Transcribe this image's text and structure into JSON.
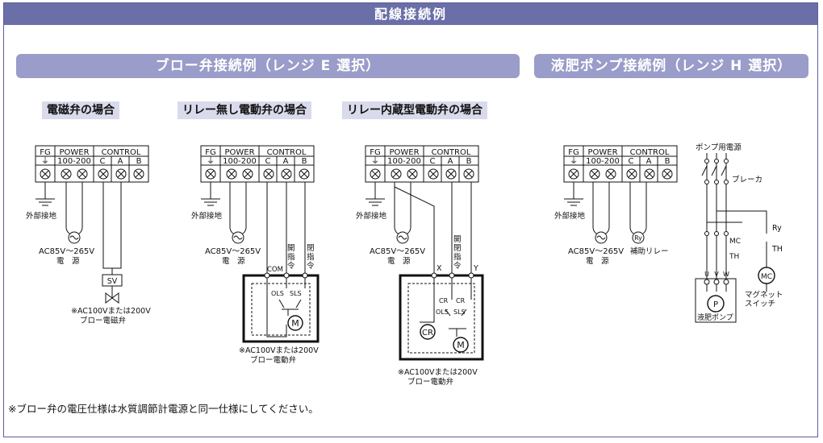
{
  "page_title": "配線接続例",
  "sections": {
    "blow": "ブロー弁接続例（レンジ E 選択）",
    "pump": "液肥ポンプ接続例（レンジ H 選択）"
  },
  "cases": {
    "solenoid": "電磁弁の場合",
    "no_relay": "リレー無し電動弁の場合",
    "relay_builtin": "リレー内蔵型電動弁の場合"
  },
  "terminal": {
    "fg": "FG",
    "power": "POWER",
    "control": "CONTROL",
    "ground_symbol": "⏚",
    "voltage": "100-200",
    "c": "C",
    "a": "A",
    "b": "B"
  },
  "labels": {
    "earth": "外部接地",
    "ac_supply": "AC85V～265V",
    "ac_supply2": "電　源",
    "sv": "SV",
    "com": "COM",
    "open": "開",
    "open_cmd": "開指令",
    "close_cmd": "閉指令",
    "cmd_a": "指",
    "cmd_b": "令",
    "olsr": "OLS",
    "sls": "SLS",
    "cr": "CR",
    "m": "M",
    "x": "X",
    "y": "Y",
    "aux_relay": "補助リレー",
    "ry": "Ry",
    "pump_power": "ポンプ用電源",
    "breaker": "ブレーカ",
    "mc": "MC",
    "th": "TH",
    "u": "U",
    "v": "V",
    "w": "W",
    "p": "P",
    "magnet": "マグネット",
    "switch": "スイッチ",
    "pump": "液肥ポンプ",
    "note_sv1": "※AC100Vまたは200V",
    "note_sv2": "ブロー電磁弁",
    "note_mv2": "ブロー電動弁"
  },
  "footnote": "※ブロー弁の電圧仕様は水質調節計電源と同一仕様にしてください。",
  "colors": {
    "title_bar": "#6b6fa8",
    "banner": "#9a9cc9",
    "case_bg": "#d9daeb"
  }
}
